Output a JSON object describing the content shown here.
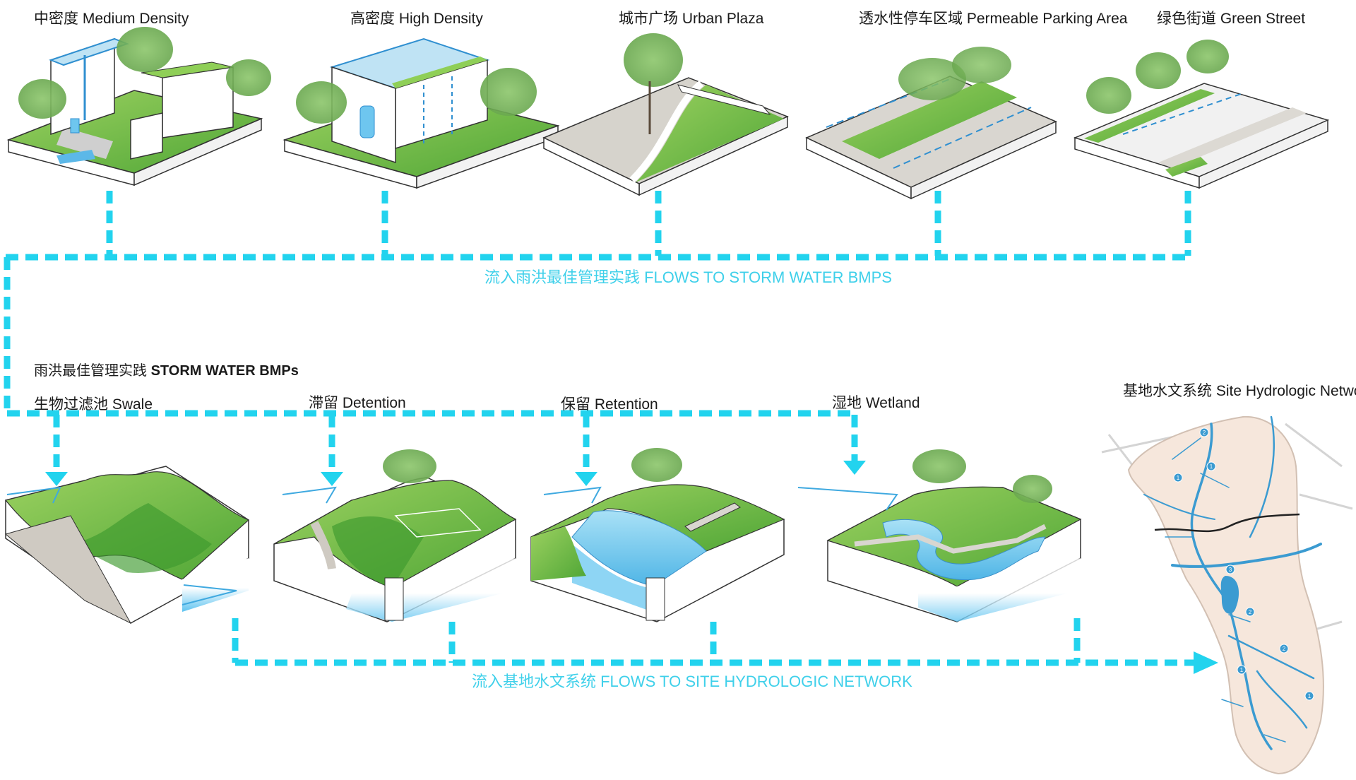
{
  "top_scenes": [
    {
      "label": "中密度 Medium Density"
    },
    {
      "label": "高密度 High Density"
    },
    {
      "label": "城市广场 Urban Plaza"
    },
    {
      "label": "透水性停车区域 Permeable Parking Area"
    },
    {
      "label": "绿色街道 Green Street"
    }
  ],
  "flow_to_bmps": "流入雨洪最佳管理实践 FLOWS TO STORM WATER BMPS",
  "bmp_header": {
    "zh": "雨洪最佳管理实践 ",
    "en": "STORM WATER BMPs"
  },
  "bmps": [
    {
      "label": "生物过滤池 Swale"
    },
    {
      "label": "滞留 Detention"
    },
    {
      "label": "保留 Retention"
    },
    {
      "label": "湿地 Wetland"
    }
  ],
  "network_title": "基地水文系统 Site Hydrologic Network",
  "flow_to_network": "流入基地水文系统 FLOWS TO SITE HYDROLOGIC NETWORK",
  "map_markers": [
    "2",
    "1",
    "1",
    "3",
    "2",
    "2",
    "1",
    "1"
  ],
  "colors": {
    "flow_cyan": "#22d3ee",
    "grass": "#7cc243",
    "grass_dark": "#3e9a2e",
    "water": "#7fcdef",
    "soil_face": "#ffffff",
    "paving": "#d9d6d0",
    "map_fill": "#f6e7dc",
    "river": "#3b9bd1"
  }
}
